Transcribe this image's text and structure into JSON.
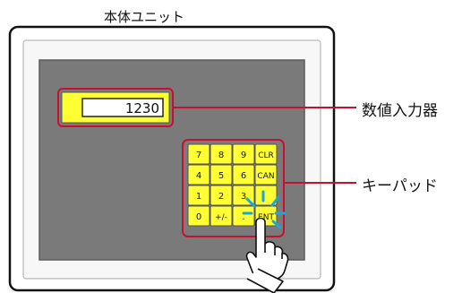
{
  "title": "本体ユニット",
  "numeric_display": {
    "value": "1230"
  },
  "callouts": {
    "numeric_input": "数値入力器",
    "keypad": "キーパッド"
  },
  "keypad": {
    "rows": [
      [
        "7",
        "8",
        "9",
        "CLR"
      ],
      [
        "4",
        "5",
        "6",
        "CAN"
      ],
      [
        "1",
        "2",
        "3",
        ""
      ],
      [
        "0",
        "+/-",
        ".",
        "ENT"
      ]
    ]
  },
  "colors": {
    "bezel": "#ffffff",
    "screen": "#7a7a7a",
    "key_fill": "#ffff33",
    "highlight": "#c8102e",
    "press_burst": "#19a7e0"
  }
}
